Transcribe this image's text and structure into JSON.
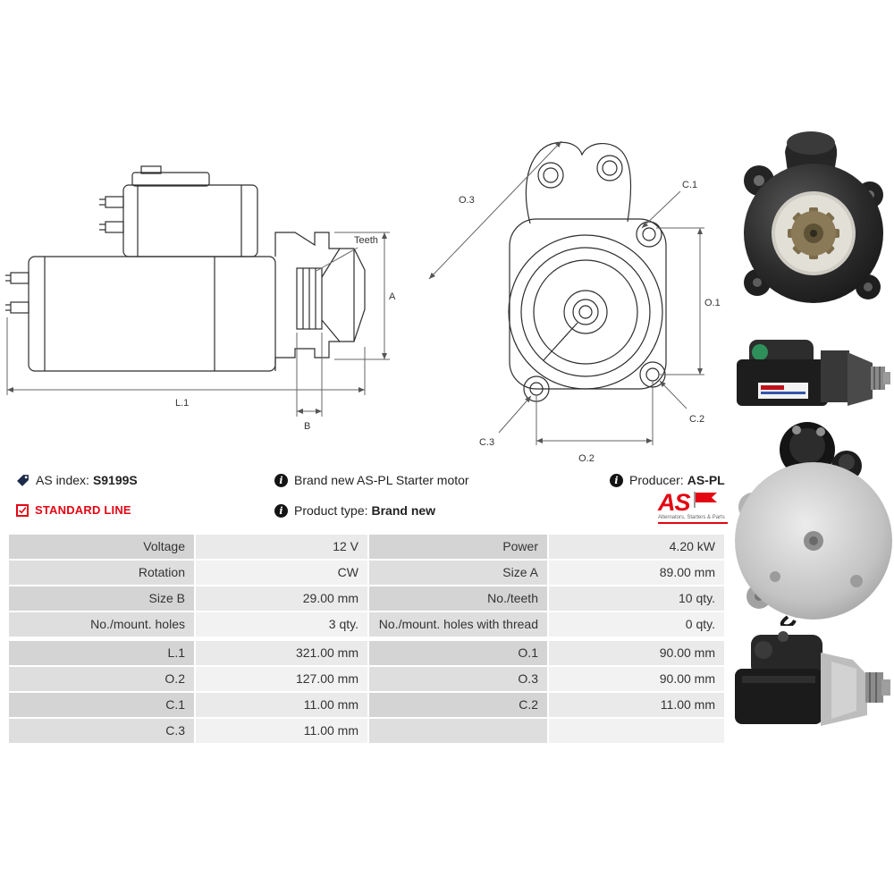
{
  "colors": {
    "accent_red": "#e30613",
    "table_label_bg": "#d4d4d4",
    "table_value_bg": "#eaeaea"
  },
  "drawings": {
    "side_view": {
      "teeth": "Teeth",
      "a": "A",
      "l1": "L.1",
      "b": "B"
    },
    "front_view": {
      "o3": "O.3",
      "c1": "C.1",
      "o1": "O.1",
      "c2": "C.2",
      "c3": "C.3",
      "o2": "O.2"
    }
  },
  "info": {
    "as_index_label": "AS index:",
    "as_index_value": "S9199S",
    "description": "Brand new AS-PL Starter motor",
    "producer_label": "Producer:",
    "producer_value": "AS-PL",
    "standard_line": "STANDARD LINE",
    "product_type_label": "Product type:",
    "product_type_value": "Brand new"
  },
  "logo": {
    "text": "AS",
    "subtext": "Alternators, Starters & Parts"
  },
  "photos": [
    "starter-motor-front-view",
    "starter-motor-side-view",
    "starter-motor-rear-view",
    "starter-motor-side-view-2"
  ],
  "table": {
    "group_a": [
      {
        "l1": "Voltage",
        "v1": "12 V",
        "l2": "Power",
        "v2": "4.20 kW"
      },
      {
        "l1": "Rotation",
        "v1": "CW",
        "l2": "Size A",
        "v2": "89.00 mm"
      },
      {
        "l1": "Size B",
        "v1": "29.00 mm",
        "l2": "No./teeth",
        "v2": "10 qty."
      },
      {
        "l1": "No./mount. holes",
        "v1": "3 qty.",
        "l2": "No./mount. holes with thread",
        "v2": "0 qty."
      }
    ],
    "group_b": [
      {
        "l1": "L.1",
        "v1": "321.00 mm",
        "l2": "O.1",
        "v2": "90.00 mm"
      },
      {
        "l1": "O.2",
        "v1": "127.00 mm",
        "l2": "O.3",
        "v2": "90.00 mm"
      },
      {
        "l1": "C.1",
        "v1": "11.00 mm",
        "l2": "C.2",
        "v2": "11.00 mm"
      },
      {
        "l1": "C.3",
        "v1": "11.00 mm",
        "l2": "",
        "v2": ""
      }
    ]
  }
}
